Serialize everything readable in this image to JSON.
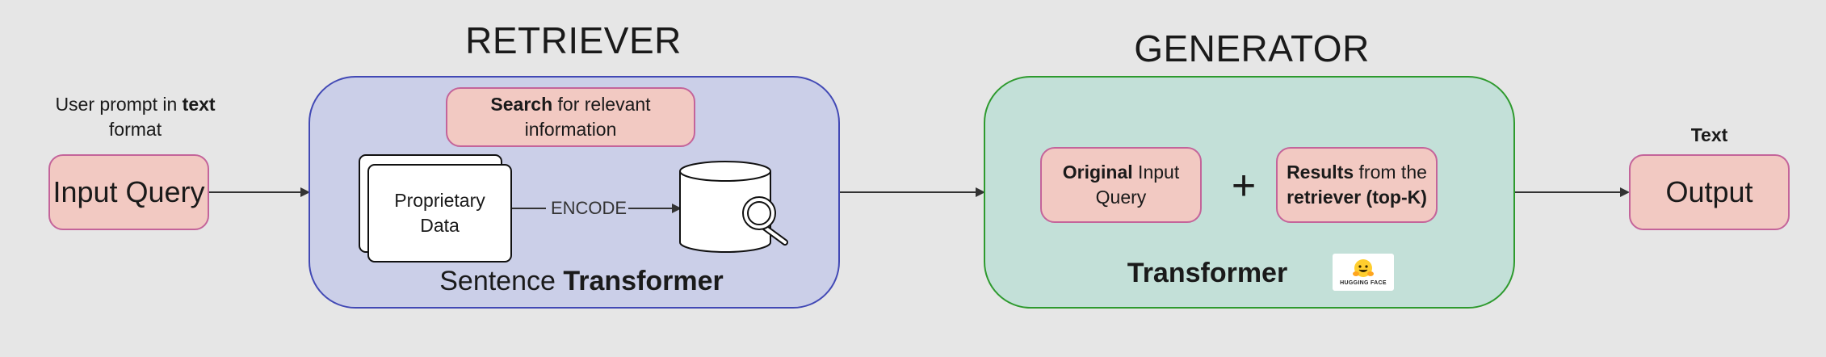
{
  "input": {
    "caption_prefix": "User prompt in ",
    "caption_bold": "text",
    "caption_suffix": "format",
    "label": "Input Query"
  },
  "retriever": {
    "title": "RETRIEVER",
    "search_bold": "Search",
    "search_rest": " for relevant",
    "search_line2": "information",
    "data_line1": "Proprietary",
    "data_line2": "Data",
    "encode_label": "ENCODE",
    "footer_plain": "Sentence ",
    "footer_bold": "Transformer",
    "panel_color": "#cbcfe8",
    "panel_border": "#4249b5"
  },
  "generator": {
    "title": "GENERATOR",
    "original_bold": "Original",
    "original_rest": " Input",
    "original_line2": "Query",
    "plus": "+",
    "results_bold": "Results",
    "results_rest": " from the",
    "results_line2": "retriever (top-K)",
    "footer": "Transformer",
    "logo_text": "HUGGING FACE",
    "panel_color": "#c3e0d8",
    "panel_border": "#2e9a2e"
  },
  "output": {
    "caption": "Text",
    "label": "Output"
  },
  "colors": {
    "background": "#e6e6e6",
    "box_fill": "#f2c9c2",
    "box_border": "#c4649a",
    "arrow": "#333333"
  }
}
